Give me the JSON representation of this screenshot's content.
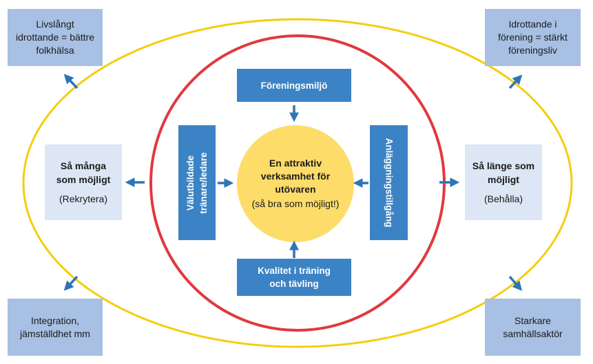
{
  "colors": {
    "outer_ellipse": "#f5cd0c",
    "inner_ellipse": "#e0393e",
    "center_circle": "#fddc6a",
    "inner_box": "#3b83c5",
    "side_box": "#dce6f4",
    "corner_box": "#a7c0e3",
    "arrow": "#2d74b8"
  },
  "corners": {
    "top_left": "Livslångt\nidrottande = bättre\nfolkhälsa",
    "top_right": "Idrottande i\nförening = stärkt\nföreningsliv",
    "bottom_left": "Integration,\njämställdhet mm",
    "bottom_right": "Starkare\nsamhällsaktör"
  },
  "sides": {
    "left": {
      "title": "Så många\nsom möjligt",
      "subtitle": "(Rekrytera)"
    },
    "right": {
      "title": "Så länge som\nmöjligt",
      "subtitle": "(Behålla)"
    }
  },
  "inner_boxes": {
    "top": "Föreningsmiljö",
    "bottom": "Kvalitet i träning\noch tävling",
    "left": "Välutbildade\ntränare/ledare",
    "right": "Anläggningstillgång"
  },
  "center": {
    "title": "En attraktiv\nverksamhet för\nutövaren",
    "subtitle": "(så bra som möjligt!)"
  },
  "icons": {
    "arrow": "arrow-icon"
  }
}
